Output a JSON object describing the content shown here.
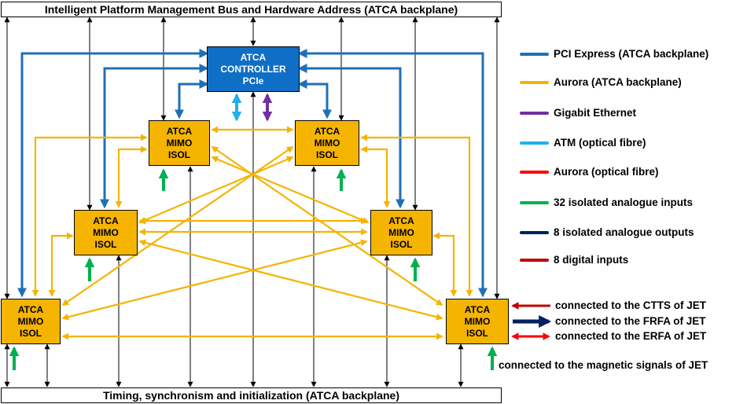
{
  "buses": {
    "top": "Intelligent Platform Management Bus and Hardware Address  (ATCA backplane)",
    "bottom": "Timing, synchronism and initialization (ATCA backplane)"
  },
  "controller": {
    "line1": "ATCA",
    "line2": "CONTROLLER",
    "line3": "PCIe"
  },
  "board_label": {
    "line1": "ATCA",
    "line2": "MIMO",
    "line3": "ISOL"
  },
  "legend": [
    {
      "label": "PCI Express (ATCA backplane)",
      "color": "#1f6fb7"
    },
    {
      "label": "Aurora (ATCA backplane)",
      "color": "#f5b400"
    },
    {
      "label": "Gigabit Ethernet",
      "color": "#7030a0"
    },
    {
      "label": "ATM (optical fibre)",
      "color": "#1fb0e8"
    },
    {
      "label": "Aurora (optical fibre)",
      "color": "#ff0000"
    },
    {
      "label": "32 isolated analogue inputs",
      "color": "#00b050"
    },
    {
      "label": "8 isolated analogue outputs",
      "color": "#002060"
    },
    {
      "label": "8 digital inputs",
      "color": "#c00000"
    }
  ],
  "connections": [
    "connected to the CTTS of JET",
    "connected to the FRFA of JET",
    "connected to the ERFA of JET",
    "connected to the magnetic signals of JET"
  ]
}
